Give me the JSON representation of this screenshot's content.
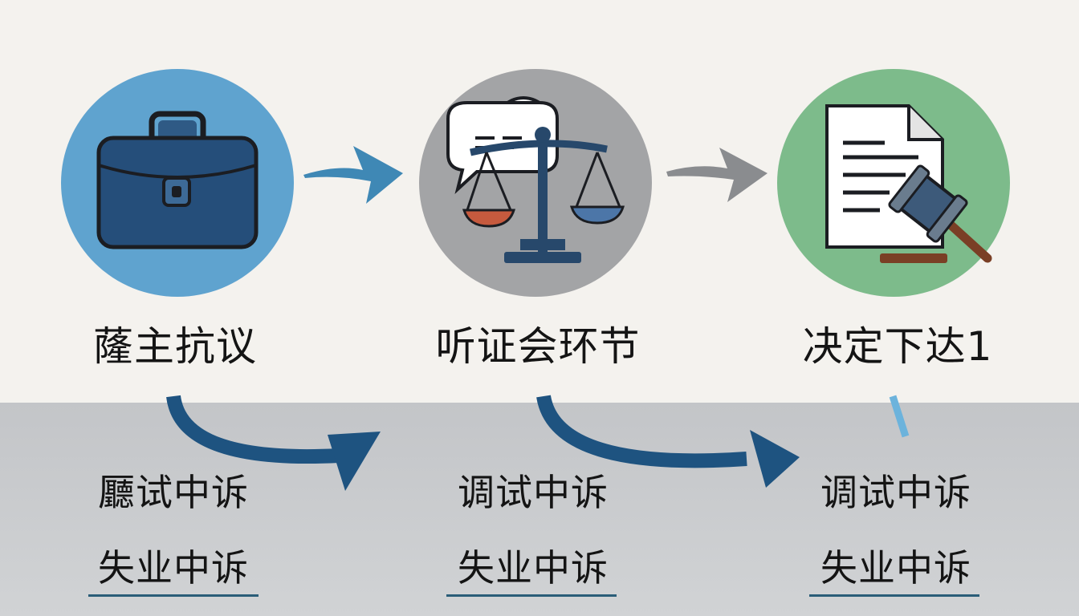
{
  "stages": [
    {
      "label": "蕯主抗议",
      "icon": "briefcase-icon",
      "color": "#5fa3cf"
    },
    {
      "label": "听证会环节",
      "icon": "scales-speech-icon",
      "color": "#a3a4a6"
    },
    {
      "label": "决定下达1",
      "icon": "document-gavel-icon",
      "color": "#7dbb8b"
    }
  ],
  "sub_items": [
    {
      "line1": "㕔试中诉",
      "line2": "失业中诉"
    },
    {
      "line1": "调试中诉",
      "line2": "失业中诉"
    },
    {
      "line1": "调试中诉",
      "line2": "失业中诉"
    }
  ],
  "colors": {
    "arrow_blue": "#3f88b5",
    "arrow_gray": "#8a8c8f",
    "curve_dark": "#1e5380",
    "underline": "#2a5d78"
  }
}
